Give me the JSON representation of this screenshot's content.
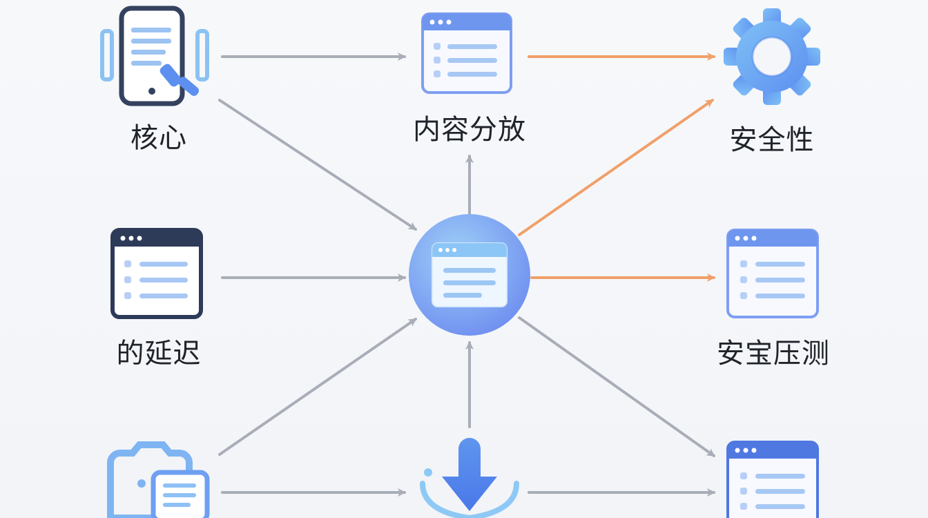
{
  "nodes": [
    {
      "id": "core",
      "label": "核心",
      "icon": "phone-search-icon"
    },
    {
      "id": "distribution",
      "label": "内容分放",
      "icon": "browser-window-icon"
    },
    {
      "id": "security",
      "label": "安全性",
      "icon": "gear-icon"
    },
    {
      "id": "latency",
      "label": "的延迟",
      "icon": "browser-window-icon"
    },
    {
      "id": "hub",
      "label": "",
      "icon": "browser-window-icon"
    },
    {
      "id": "stress",
      "label": "安宝压测",
      "icon": "browser-window-icon"
    },
    {
      "id": "camera_docs",
      "label": "",
      "icon": "camera-document-icon"
    },
    {
      "id": "download",
      "label": "",
      "icon": "download-icon"
    },
    {
      "id": "output",
      "label": "",
      "icon": "browser-window-icon"
    }
  ],
  "edges": [
    {
      "from": "core",
      "to": "distribution",
      "color": "gray"
    },
    {
      "from": "core",
      "to": "hub",
      "color": "gray"
    },
    {
      "from": "distribution",
      "to": "security",
      "color": "orange"
    },
    {
      "from": "hub",
      "to": "distribution",
      "color": "gray"
    },
    {
      "from": "hub",
      "to": "security",
      "color": "orange"
    },
    {
      "from": "latency",
      "to": "hub",
      "color": "gray"
    },
    {
      "from": "hub",
      "to": "stress",
      "color": "orange"
    },
    {
      "from": "camera_docs",
      "to": "hub",
      "color": "gray"
    },
    {
      "from": "download",
      "to": "hub",
      "color": "gray"
    },
    {
      "from": "hub",
      "to": "output",
      "color": "gray"
    },
    {
      "from": "camera_docs",
      "to": "download",
      "color": "gray"
    },
    {
      "from": "download",
      "to": "output",
      "color": "gray"
    }
  ],
  "colors": {
    "gray": "#a8adb7",
    "orange": "#f0a06a",
    "dark_window": "#2d3a58",
    "blue": "#6e9ff1",
    "light_blue": "#a8cdf5",
    "hub_circle": "#7ea9f3"
  }
}
